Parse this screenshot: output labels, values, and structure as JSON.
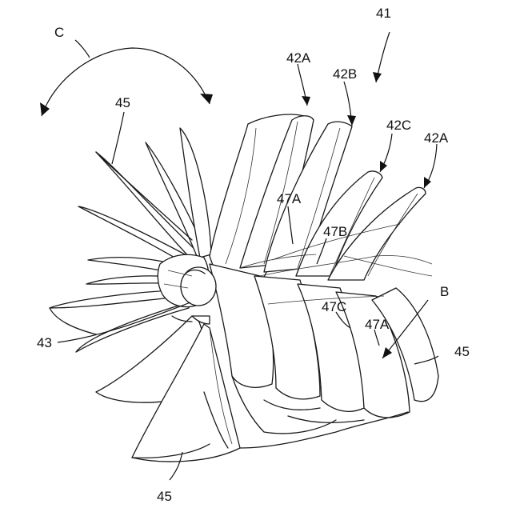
{
  "labels": {
    "fan": "41",
    "rotation": "C",
    "blade_42a_top": "42A",
    "blade_42b": "42B",
    "blade_42c": "42C",
    "blade_42a_right": "42A",
    "slit_47a_upper": "47A",
    "slit_47b": "47B",
    "slit_47c": "47C",
    "slit_47a_lower": "47A",
    "direction": "B",
    "hub": "43",
    "blade_45_top": "45",
    "blade_45_right": "45",
    "blade_45_bottom": "45"
  }
}
